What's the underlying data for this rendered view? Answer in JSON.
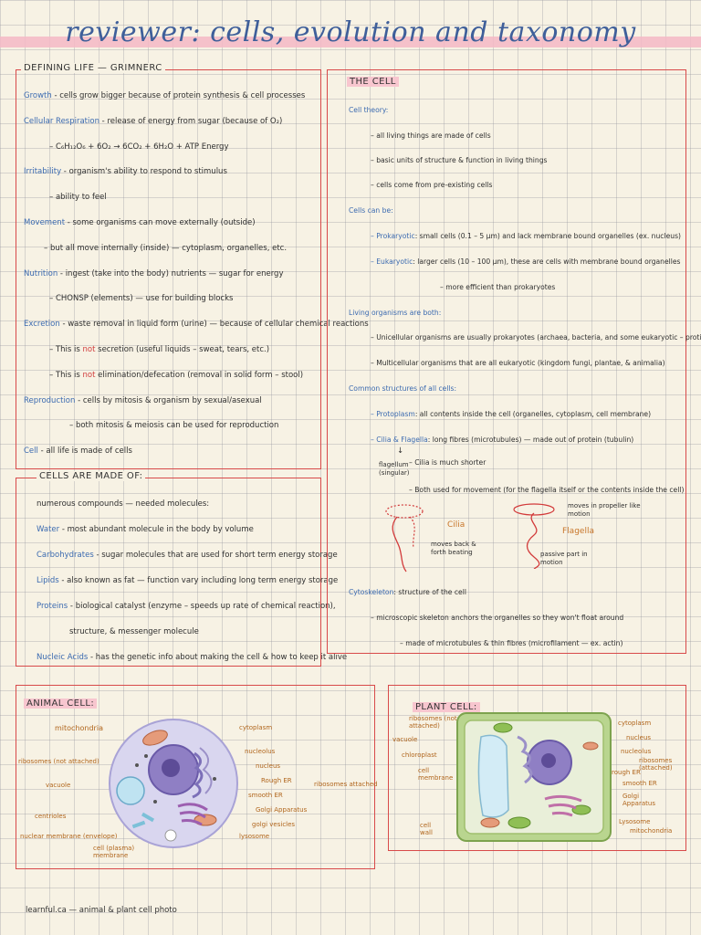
{
  "title": "reviewer: cells, evolution and taxonomy",
  "defining_life": {
    "header": "DEFINING LIFE — GRIMNERC",
    "rows": [
      {
        "t": "Growth",
        "r": " - cells grow bigger because of protein synthesis & cell processes"
      },
      {
        "t": "Cellular Respiration",
        "r": " - release of energy from sugar (because of O₂)"
      },
      {
        "t": "",
        "r": "– C₆H₁₂O₆ + 6O₂ → 6CO₂ + 6H₂O + ATP Energy"
      },
      {
        "t": "Irritability",
        "r": " - organism's ability to respond to stimulus"
      },
      {
        "t": "",
        "r": "– ability to feel"
      },
      {
        "t": "Movement",
        "r": " - some organisms can move externally (outside)"
      },
      {
        "t": "",
        "r": "– but all move internally (inside) — cytoplasm, organelles, etc."
      },
      {
        "t": "Nutrition",
        "r": " - ingest (take into the body) nutrients — sugar for energy"
      },
      {
        "t": "",
        "r": "– CHONSP (elements) — use for building blocks"
      },
      {
        "t": "Excretion",
        "r": " - waste removal in liquid form (urine) — because of cellular chemical reactions"
      },
      {
        "t": "",
        "r": "– This is not secretion (useful liquids – sweat, tears, etc.)"
      },
      {
        "t": "",
        "r": "– This is not elimination/defecation (removal in solid form – stool)"
      },
      {
        "t": "Reproduction",
        "r": " - cells by mitosis & organism by sexual/asexual"
      },
      {
        "t": "",
        "r": "– both mitosis & meiosis can be used for reproduction"
      },
      {
        "t": "Cell",
        "r": " - all life is made of cells"
      }
    ]
  },
  "cells_made_of": {
    "header": "CELLS ARE MADE OF:",
    "rows": [
      {
        "t": "",
        "r": "numerous compounds — needed molecules:"
      },
      {
        "t": "Water",
        "r": " - most abundant molecule in the body by volume"
      },
      {
        "t": "Carbohydrates",
        "r": " - sugar molecules that are used for short term energy storage"
      },
      {
        "t": "Lipids",
        "r": " - also known as fat — function vary including long term energy storage"
      },
      {
        "t": "Proteins",
        "r": " - biological catalyst (enzyme – speeds up rate of chemical reaction),"
      },
      {
        "t": "",
        "r": "structure, & messenger molecule"
      },
      {
        "t": "Nucleic Acids",
        "r": " - has the genetic info about making the cell & how to keep it alive"
      }
    ]
  },
  "the_cell": {
    "header": "THE CELL",
    "rows": [
      {
        "t": "Cell theory:",
        "r": ""
      },
      {
        "t": "",
        "r": "– all living things are made of cells"
      },
      {
        "t": "",
        "r": "– basic units of structure & function in living things"
      },
      {
        "t": "",
        "r": "– cells come from pre-existing cells"
      },
      {
        "t": "Cells can be:",
        "r": ""
      },
      {
        "t": "– Prokaryotic",
        "r": ": small cells (0.1 – 5 μm) and lack membrane bound organelles (ex. nucleus)"
      },
      {
        "t": "– Eukaryotic",
        "r": ": larger cells (10 – 100 μm), these are cells with membrane bound organelles"
      },
      {
        "t": "",
        "r": "– more efficient than prokaryotes"
      },
      {
        "t": "Living organisms are both:",
        "r": ""
      },
      {
        "t": "",
        "r": "– Unicellular organisms are usually prokaryotes (archaea, bacteria, and some eukaryotic – protists)"
      },
      {
        "t": "",
        "r": "– Multicellular organisms that are all eukaryotic (kingdom fungi, plantae, & animalia)"
      },
      {
        "t": "Common structures of all cells:",
        "r": ""
      },
      {
        "t": "– Protoplasm",
        "r": ": all contents inside the cell (organelles, cytoplasm, cell membrane)"
      },
      {
        "t": "– Cilia & Flagella",
        "r": ": long fibres (microtubules) — made out of protein (tubulin)"
      },
      {
        "t": "",
        "r": "– Cilia is much shorter"
      },
      {
        "t": "",
        "r": "– Both used for movement (for the flagella itself or the contents inside the cell)"
      },
      {
        "t": "Cytoskeleton",
        "r": ": structure of the cell"
      },
      {
        "t": "",
        "r": "– microscopic skeleton anchors the organelles so they won't float around"
      },
      {
        "t": "",
        "r": "– made of microtubules & thin fibres (microfilament — ex. actin)"
      }
    ],
    "flagellum_note": "flagellum (singular)",
    "arrow": "↓",
    "cilia_label": "Cilia",
    "cilia_note": "moves back & forth beating",
    "flagella_label": "Flagella",
    "flagella_note1": "moves in propeller like motion",
    "flagella_note2": "passive part in motion"
  },
  "animal_cell": {
    "header": "ANIMAL CELL:",
    "labels": {
      "mitochondria": "mitochondria",
      "ribosomes_na": "ribosomes (not attached)",
      "vacuole": "vacuole",
      "centrioles": "centrioles",
      "nuclear_membrane": "nuclear membrane (envelope)",
      "cell_membrane": "cell (plasma) membrane",
      "cytoplasm": "cytoplasm",
      "nucleolus": "nucleolus",
      "nucleus": "nucleus",
      "rough_er": "Rough ER",
      "ribosomes_a": "ribosomes attached",
      "smooth_er": "smooth ER",
      "golgi_app": "Golgi Apparatus",
      "golgi_ves": "golgi vesicles",
      "lysosome": "lysosome"
    }
  },
  "plant_cell": {
    "header": "PLANT CELL:",
    "labels": {
      "ribosomes_na": "ribosomes (not attached)",
      "vacuole": "vacuole",
      "chloroplast": "chloroplast",
      "cell_membrane": "cell membrane",
      "cell_wall": "cell wall",
      "cytoplasm": "cytoplasm",
      "nucleus": "nucleus",
      "nucleolus": "nucleolus",
      "ribosomes_a": "ribosomes (attached)",
      "rough_er": "rough ER",
      "smooth_er": "smooth ER",
      "golgi": "Golgi Apparatus",
      "lysosome": "Lysosome",
      "mitochondria": "mitochondria"
    }
  },
  "footer": "learnful.ca — animal & plant cell photo"
}
